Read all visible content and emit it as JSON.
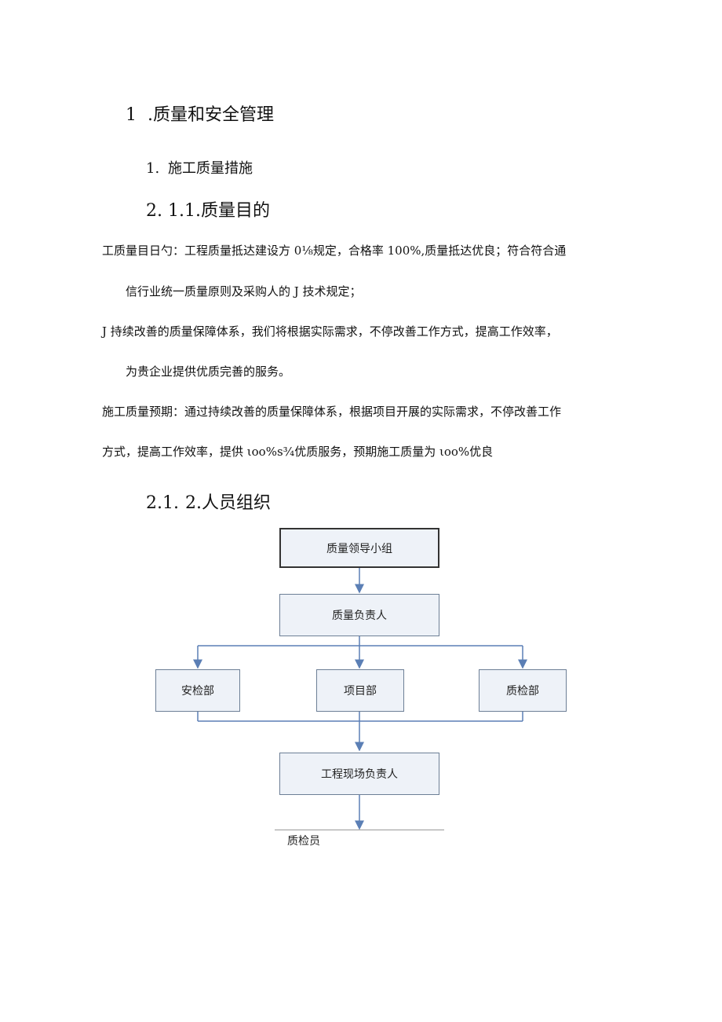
{
  "headings": {
    "h1_num": "1",
    "h1_text": ".质量和安全管理",
    "h2_num": "1.",
    "h2_text": "施工质量措施",
    "h3_num": "2.",
    "h3_text": "1.1.质量目的",
    "h4_num": "2.1.",
    "h4_text": "2.人员组织"
  },
  "paragraphs": {
    "p1_line1": "工质量目日勺：工程质量抵达建设方 0⅛规定，合格率 100%,质量抵达优良；符合符合通",
    "p1_line2": "信行业统一质量原则及采购人的 J 技术规定；",
    "p2_line1": "J 持续改善的质量保障体系，我们将根据实际需求，不停改善工作方式，提高工作效率，",
    "p2_line2": "为贵企业提供优质完善的服务。",
    "p3_line1": "施工质量预期：通过持续改善的质量保障体系，根据项目开展的实际需求，不停改善工作",
    "p3_line2": "方式，提高工作效率，提供 ιoo%s¾优质服务，预期施工质量为 ιoo%优良"
  },
  "org_chart": {
    "leader_group": "质量领导小组",
    "quality_manager": "质量负责人",
    "dept_safety": "安检部",
    "dept_project": "项目部",
    "dept_quality": "质检部",
    "site_manager": "工程现场负责人",
    "inspector": "质检员",
    "colors": {
      "box_fill": "#eef2f8",
      "box_border": "#6d7f96",
      "connector": "#5b7fb5"
    }
  }
}
